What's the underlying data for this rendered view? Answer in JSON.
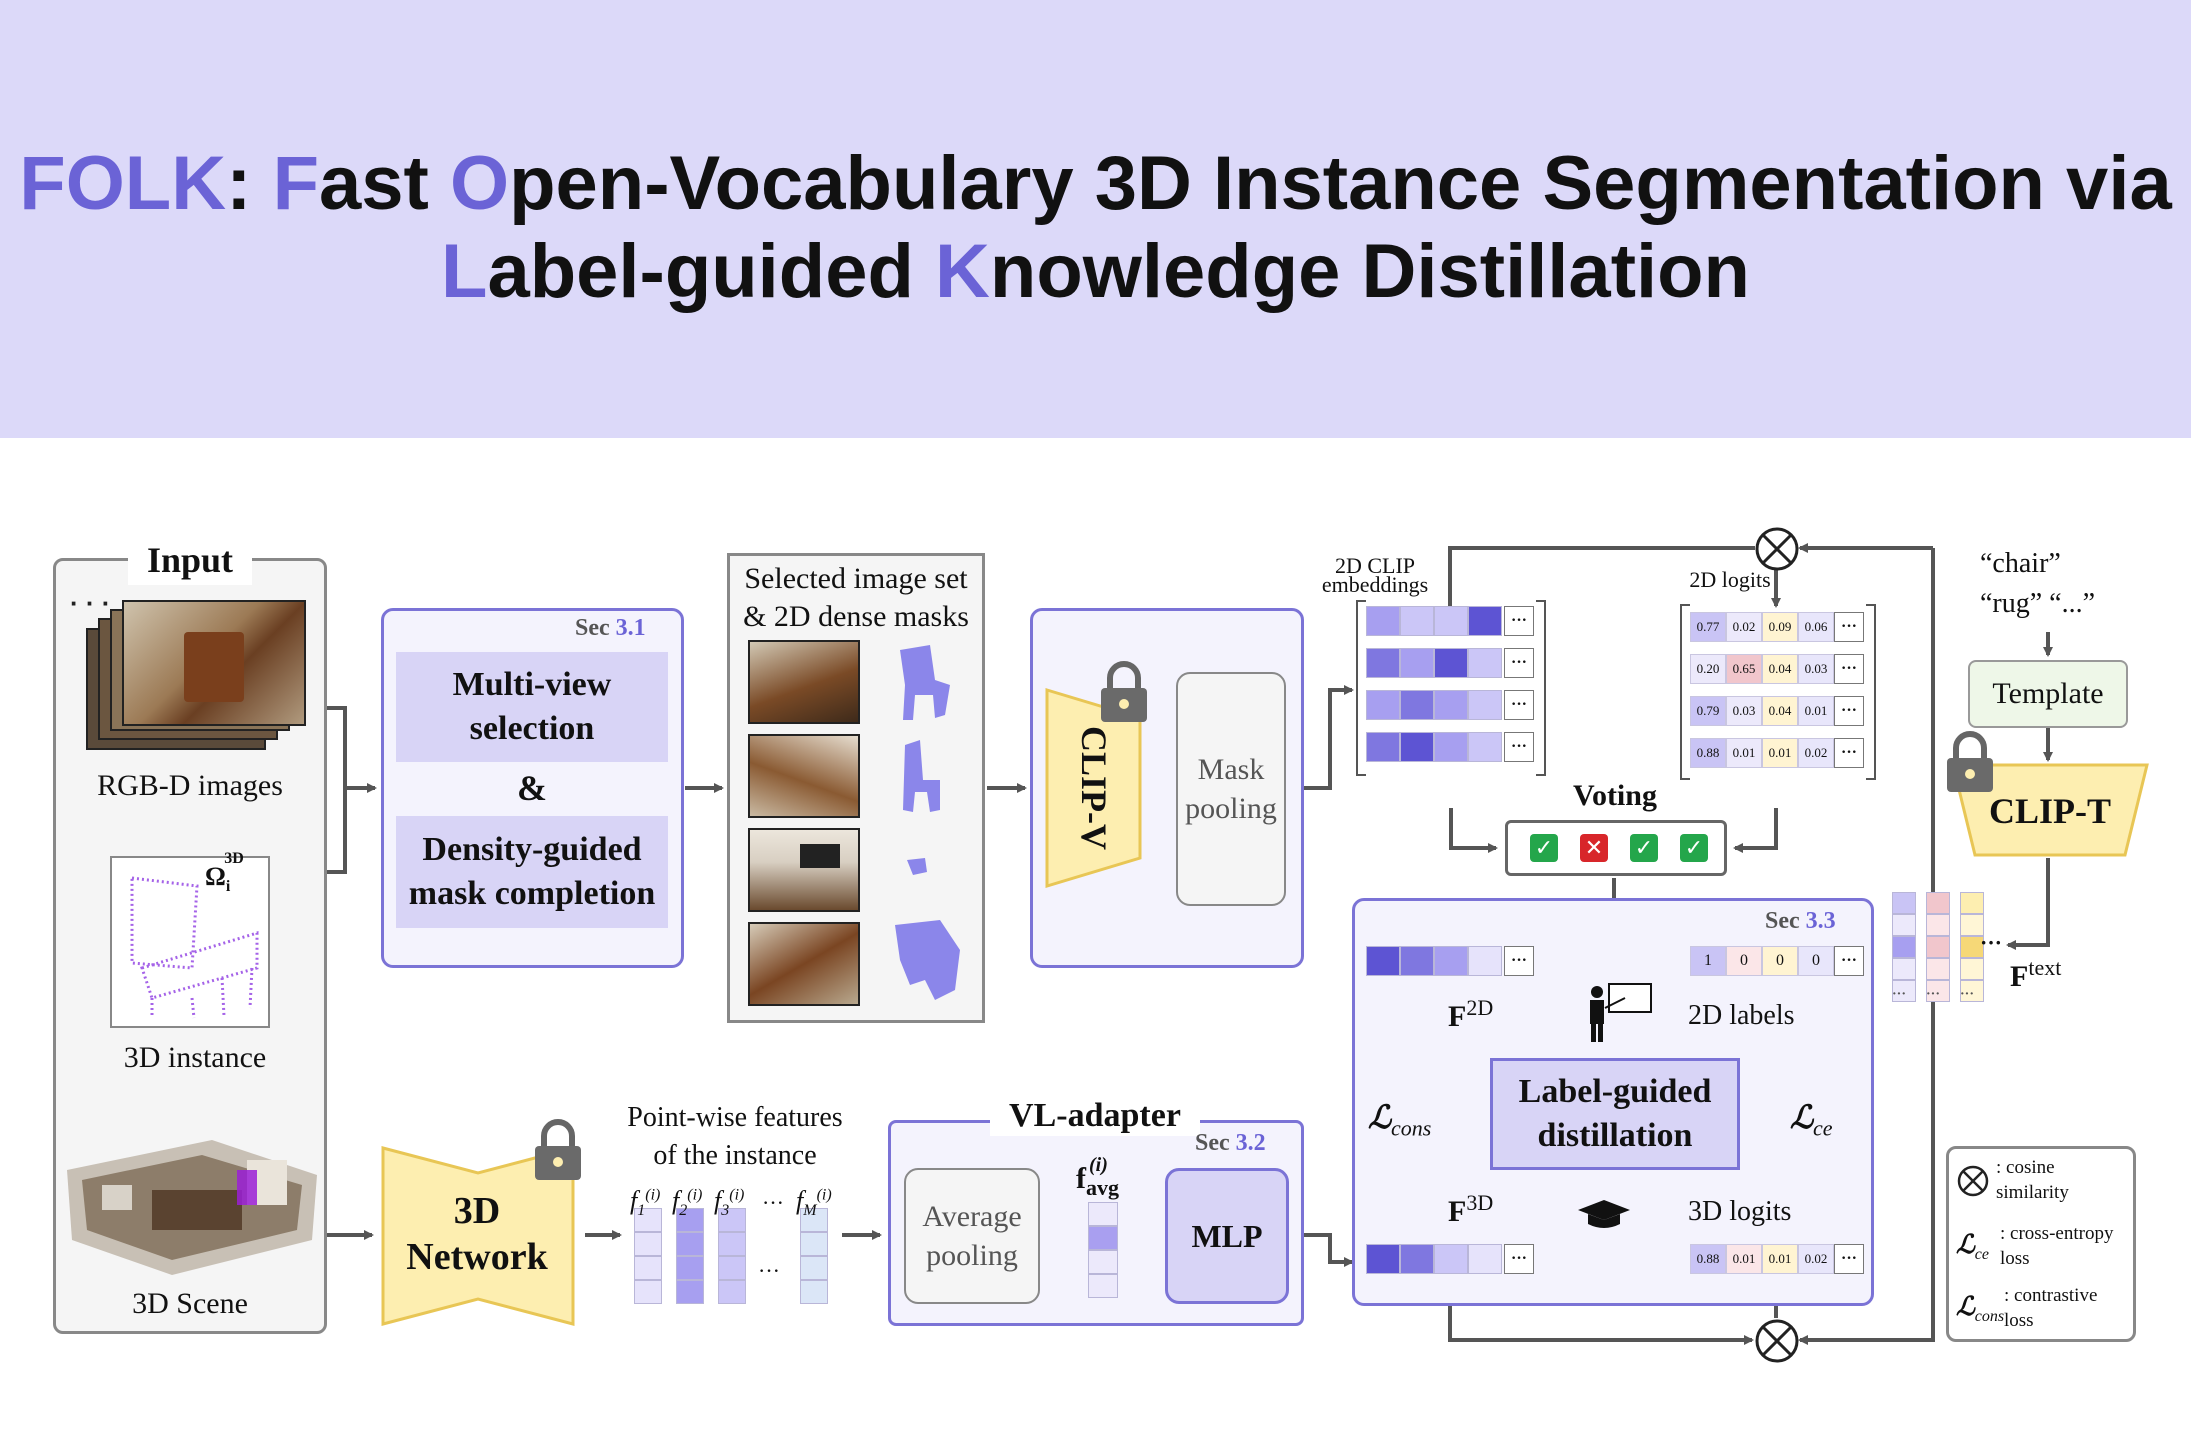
{
  "title": {
    "line1": [
      {
        "t": "FOLK",
        "hl": true
      },
      {
        "t": ": ",
        "hl": false
      },
      {
        "t": "F",
        "hl": true
      },
      {
        "t": "ast ",
        "hl": false
      },
      {
        "t": "O",
        "hl": true
      },
      {
        "t": "pen-Vocabulary 3D Instance Segmentation via",
        "hl": false
      }
    ],
    "line2": [
      {
        "t": "L",
        "hl": true
      },
      {
        "t": "abel-guided ",
        "hl": false
      },
      {
        "t": "K",
        "hl": true
      },
      {
        "t": "nowledge Distillation",
        "hl": false
      }
    ]
  },
  "colors": {
    "accent": "#6b63d6",
    "banner": "#dcd9f9",
    "box_fill": "#f4f3fd",
    "box_border": "#7b73d6",
    "yellow": "#fdeeb0",
    "panel": "#d8d4f6"
  },
  "input": {
    "heading": "Input",
    "rgbd_label": "RGB-D images",
    "omega": "Ω",
    "omega_sub": "i",
    "omega_sup": "3D",
    "instance_label": "3D instance",
    "scene_label": "3D Scene"
  },
  "sec31": {
    "sec": "Sec ",
    "num": "3.1",
    "multiview": "Multi-view selection",
    "amp": "&",
    "density": "Density-guided mask completion"
  },
  "selected": {
    "line1": "Selected image set",
    "line2": "& 2D dense masks"
  },
  "clipv": {
    "label": "CLIP-V",
    "mask_pooling": "Mask pooling"
  },
  "embeddings": {
    "label1": "2D CLIP",
    "label2": "embeddings",
    "dots": "···"
  },
  "logits2d": {
    "label": "2D logits",
    "rows": [
      [
        "0.77",
        "0.02",
        "0.09",
        "0.06"
      ],
      [
        "0.20",
        "0.65",
        "0.04",
        "0.03"
      ],
      [
        "0.79",
        "0.03",
        "0.04",
        "0.01"
      ],
      [
        "0.88",
        "0.01",
        "0.01",
        "0.02"
      ]
    ]
  },
  "voting": {
    "label": "Voting",
    "marks": [
      "✓",
      "✕",
      "✓",
      "✓"
    ]
  },
  "text_branch": {
    "q1": "“chair”",
    "q2": "“rug” “...”",
    "template": "Template",
    "clipt": "CLIP-T",
    "ftext": "F",
    "ftext_sup": "text",
    "dots": "···"
  },
  "sec33": {
    "sec": "Sec ",
    "num": "3.3",
    "labels_row": [
      "1",
      "0",
      "0",
      "0"
    ],
    "f2d": "F",
    "f2d_sup": "2D",
    "f3d": "F",
    "f3d_sup": "3D",
    "labels2d": "2D labels",
    "logits3d": "3D logits",
    "logits3d_row": [
      "0.88",
      "0.01",
      "0.01",
      "0.02"
    ],
    "lcons": "ℒ",
    "lcons_sub": "cons",
    "lce": "ℒ",
    "lce_sub": "ce",
    "distill": "Label-guided distillation"
  },
  "network3d": {
    "label": "3D Network"
  },
  "pointwise": {
    "line1": "Point-wise features",
    "line2": "of the instance",
    "ellipsis": "···",
    "f": "f",
    "subs": [
      "1",
      "2",
      "3",
      "M"
    ],
    "sup": "(i)"
  },
  "vladapter": {
    "title": "VL-adapter",
    "sec": "Sec ",
    "num": "3.2",
    "avg_pool": "Average pooling",
    "favg": "f",
    "favg_sub": "avg",
    "favg_sup": "(i)",
    "mlp": "MLP"
  },
  "legend": {
    "cos": ": cosine similarity",
    "ce_sym": "ℒ",
    "ce_sub": "ce",
    "ce": ": cross-entropy loss",
    "cons_sym": "ℒ",
    "cons_sub": "cons",
    "cons": ": contrastive loss"
  },
  "icons": [
    "lock-icon",
    "checkmark-icon",
    "cross-icon",
    "teacher-icon",
    "graduation-cap-icon",
    "multiply-circle-icon"
  ]
}
